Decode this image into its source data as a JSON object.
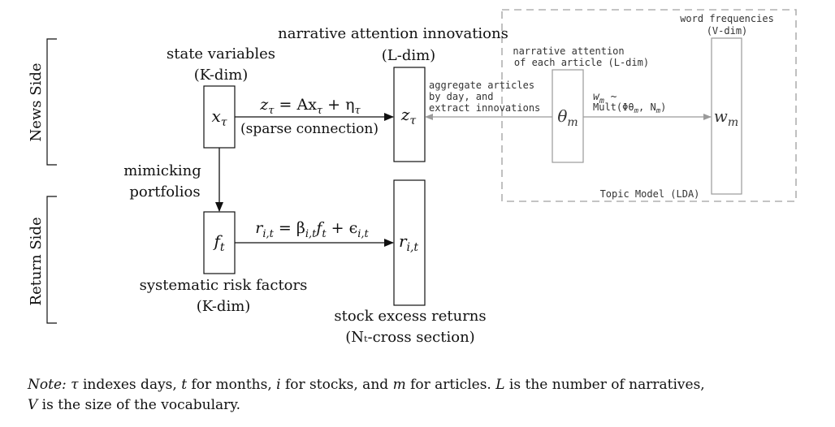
{
  "colors": {
    "ink": "#111111",
    "topic_gray": "#9a9a9a",
    "dash_gray": "#b0b0b0"
  },
  "news_side_label": "News Side",
  "return_side_label": "Return Side",
  "state_vars": {
    "title": "state variables",
    "dim": "(K-dim)",
    "symbol": "x",
    "sub": "τ"
  },
  "narrative_innov": {
    "title": "narrative attention innovations",
    "dim": "(L-dim)",
    "symbol": "z",
    "sub": "τ"
  },
  "news_equation": {
    "lhs_sym": "z",
    "lhs_sub": "τ",
    "eq": " = Ax",
    "x_sub": "τ",
    "plus": " + η",
    "eta_sub": "τ"
  },
  "sparse_label": "(sparse connection)",
  "mimicking_label": [
    "mimicking",
    "portfolios"
  ],
  "factors": {
    "symbol": "f",
    "sub": "t",
    "title": "systematic risk factors",
    "dim": "(K-dim)"
  },
  "return_equation": {
    "r": "r",
    "r_sub": "i,t",
    "eq": " = β",
    "beta_sub": "i,t",
    "f": "f",
    "f_sub": "t",
    "plus": " + ϵ",
    "eps_sub": "i,t"
  },
  "returns": {
    "symbol": "r",
    "sub": "i,t",
    "title": "stock excess returns",
    "dim": "(Nₜ-cross section)"
  },
  "aggregate_label": [
    "aggregate articles",
    "by day, and",
    "extract innovations"
  ],
  "theta": {
    "title": [
      "narrative attention",
      "of each article (L-dim)"
    ],
    "symbol": "θ",
    "sub": "m"
  },
  "multinomial": {
    "line1_sym": "w",
    "line1_sub": "m",
    "line1_rest": " ~",
    "line2": "Mult(Φθ",
    "line2_sub": "m",
    "line2_rest": ", N",
    "line2_sub2": "m",
    "line2_end": ")"
  },
  "words": {
    "title": "word frequencies",
    "dim": "(V-dim)",
    "symbol": "w",
    "sub": "m"
  },
  "topic_model_label": "Topic Model (LDA)",
  "note": {
    "prefix": "Note:",
    "tau": "τ",
    "t1": " indexes days, ",
    "t": "t",
    "t2": " for months, ",
    "i": "i",
    "t3": " for stocks, and ",
    "m": "m",
    "t4": " for articles. ",
    "L": "L",
    "t5": " is the number of narratives,",
    "V": "V",
    "t6": " is the size of the vocabulary."
  }
}
